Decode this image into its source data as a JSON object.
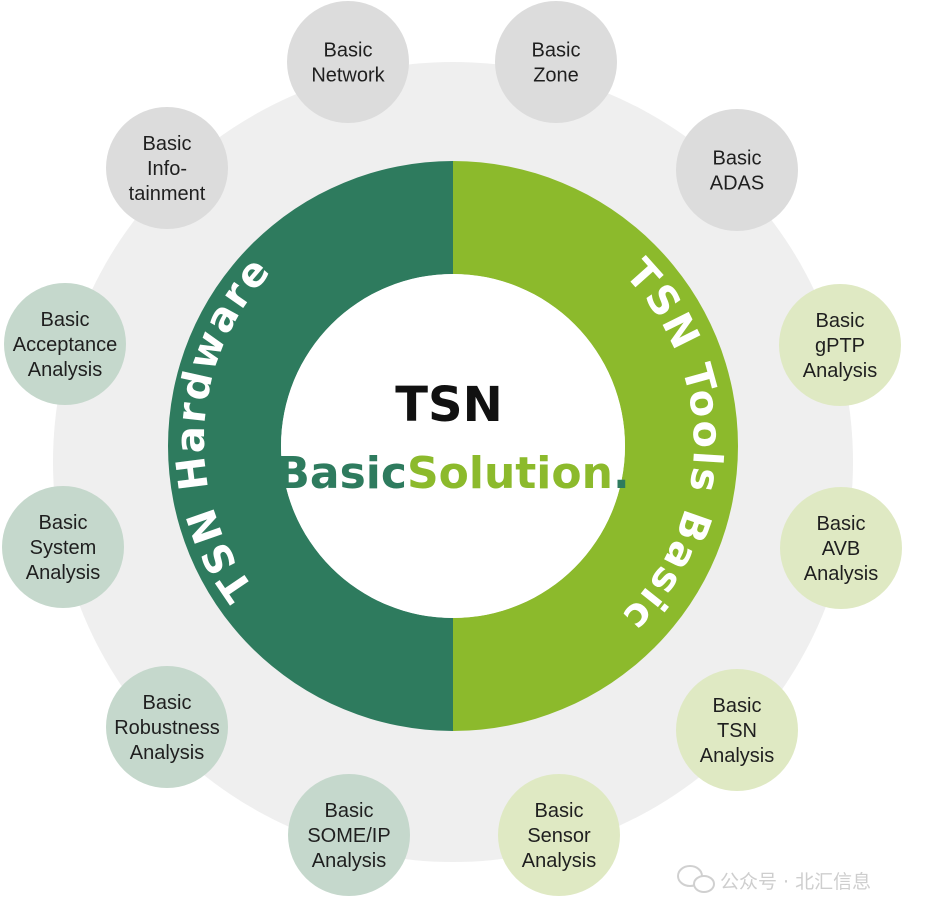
{
  "center": {
    "title": "TSN",
    "subtitle_part1": "Basic",
    "subtitle_part2": "Solution",
    "subtitle_dot": "."
  },
  "ring": {
    "left_label": "TSN Hardware",
    "right_label": "TSN Tools Basic"
  },
  "modules": [
    {
      "lines": [
        "Basic",
        "Network"
      ],
      "group": "grey"
    },
    {
      "lines": [
        "Basic",
        "Zone"
      ],
      "group": "grey"
    },
    {
      "lines": [
        "Basic",
        "ADAS"
      ],
      "group": "grey"
    },
    {
      "lines": [
        "Basic",
        "gPTP",
        "Analysis"
      ],
      "group": "lightgreen"
    },
    {
      "lines": [
        "Basic",
        "AVB",
        "Analysis"
      ],
      "group": "lightgreen"
    },
    {
      "lines": [
        "Basic",
        "TSN",
        "Analysis"
      ],
      "group": "lightgreen"
    },
    {
      "lines": [
        "Basic",
        "Sensor",
        "Analysis"
      ],
      "group": "lightgreen"
    },
    {
      "lines": [
        "Basic",
        "SOME/IP",
        "Analysis"
      ],
      "group": "sage"
    },
    {
      "lines": [
        "Basic",
        "Robustness",
        "Analysis"
      ],
      "group": "sage"
    },
    {
      "lines": [
        "Basic",
        "System",
        "Analysis"
      ],
      "group": "sage"
    },
    {
      "lines": [
        "Basic",
        "Acceptance",
        "Analysis"
      ],
      "group": "sage"
    },
    {
      "lines": [
        "Basic",
        "Info-",
        "tainment"
      ],
      "group": "grey"
    }
  ],
  "colors": {
    "background_disc": "#efefef",
    "dark_green": "#2e7b5e",
    "light_green": "#8cba2c",
    "grey_node": "#dcdcdc",
    "lightgreen_node": "#dfe9c3",
    "sage_node": "#c5d8cc"
  },
  "watermark": "公众号 · 北汇信息"
}
